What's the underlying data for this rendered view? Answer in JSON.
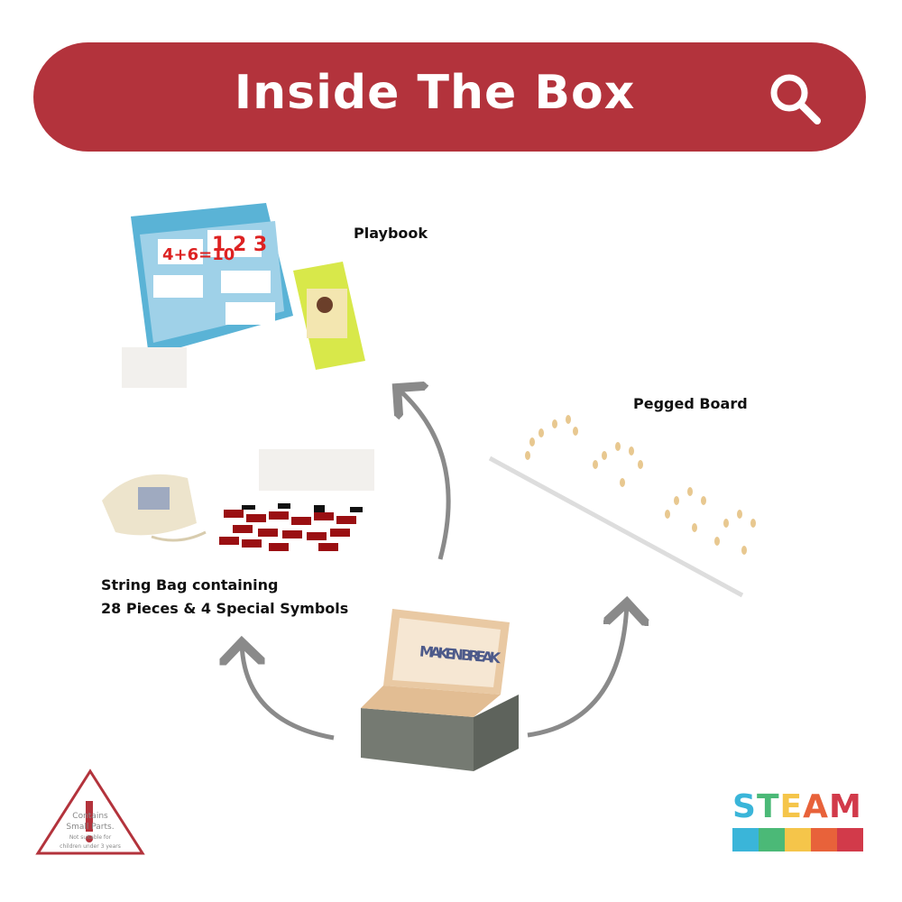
{
  "header": {
    "title": "Inside The Box",
    "search_icon": "search-icon"
  },
  "items": {
    "playbook": "Playbook",
    "pegged_board": "Pegged Board",
    "string_bag_line1": "String Bag containing",
    "string_bag_line2": "28 Pieces & 4 Special Symbols"
  },
  "box_logo": "MAKEN BREAK",
  "warning": {
    "line1": "Contains",
    "line2": "Small Parts.",
    "line3": "Not suitable for",
    "line4": "children under 3 years"
  },
  "steam_logo": "STEAM",
  "colors": {
    "banner": "#b3333c",
    "arrow": "#8a8a8a",
    "warning": "#b3333c"
  }
}
